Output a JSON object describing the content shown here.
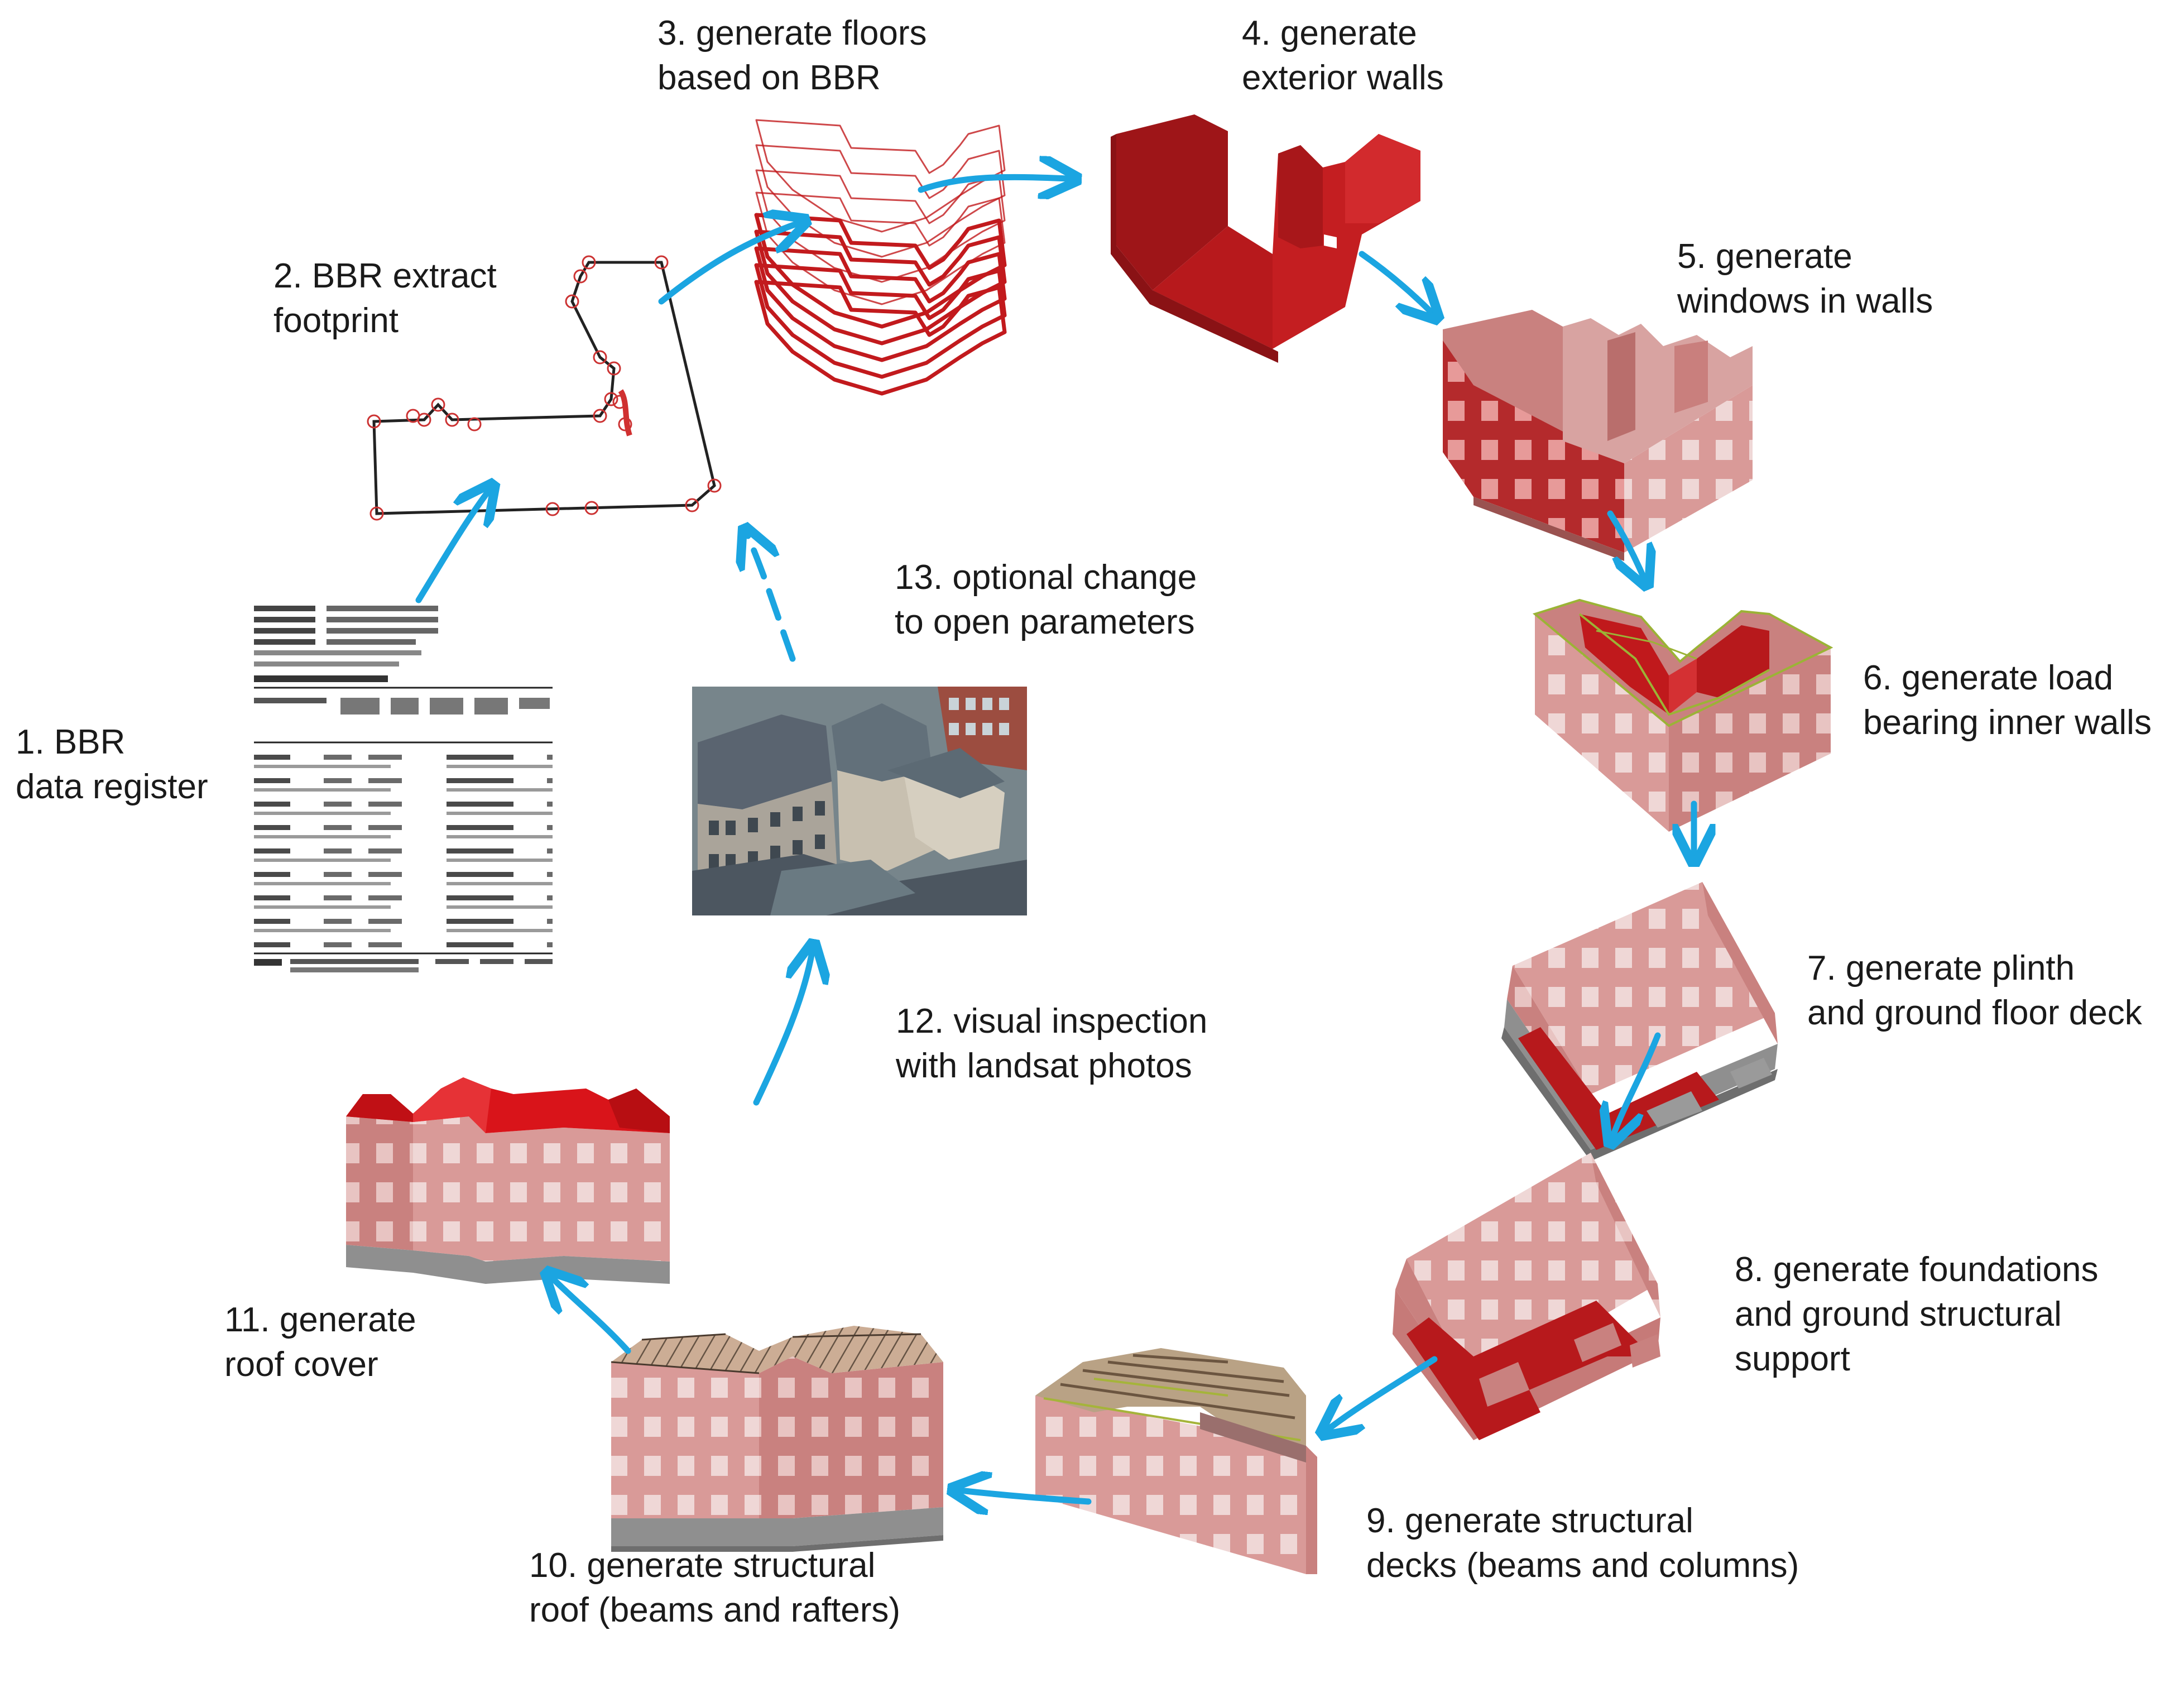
{
  "steps": [
    {
      "id": 1,
      "lines": [
        "1. BBR",
        "data register"
      ],
      "thumbnail": "document-table-icon"
    },
    {
      "id": 2,
      "lines": [
        "2. BBR extract",
        "footprint"
      ],
      "thumbnail": "footprint-outline-icon"
    },
    {
      "id": 3,
      "lines": [
        "3. generate floors",
        "based on BBR"
      ],
      "thumbnail": "stacked-floors-icon"
    },
    {
      "id": 4,
      "lines": [
        "4. generate",
        "exterior walls"
      ],
      "thumbnail": "exterior-walls-icon"
    },
    {
      "id": 5,
      "lines": [
        "5. generate",
        "windows in walls"
      ],
      "thumbnail": "windowed-walls-icon"
    },
    {
      "id": 6,
      "lines": [
        "6. generate load",
        "bearing inner walls"
      ],
      "thumbnail": "inner-walls-icon"
    },
    {
      "id": 7,
      "lines": [
        "7. generate plinth",
        "and ground floor deck"
      ],
      "thumbnail": "plinth-deck-icon"
    },
    {
      "id": 8,
      "lines": [
        "8. generate foundations",
        "and ground structural",
        "support"
      ],
      "thumbnail": "foundations-icon"
    },
    {
      "id": 9,
      "lines": [
        "9. generate structural",
        "decks (beams and columns)"
      ],
      "thumbnail": "structural-decks-icon"
    },
    {
      "id": 10,
      "lines": [
        "10. generate structural",
        "roof (beams and rafters)"
      ],
      "thumbnail": "structural-roof-icon"
    },
    {
      "id": 11,
      "lines": [
        "11. generate",
        "roof cover"
      ],
      "thumbnail": "roof-cover-icon"
    },
    {
      "id": 12,
      "lines": [
        "12. visual inspection",
        "with landsat photos"
      ],
      "thumbnail": "aerial-photo-icon"
    },
    {
      "id": 13,
      "lines": [
        "13. optional change",
        "to open parameters"
      ],
      "thumbnail": "dashed-arrow-icon"
    }
  ],
  "colors": {
    "arrow": "#1ba5e1",
    "wall_red": "#b7191c",
    "roof_red": "#d9141a",
    "facade_pink": "#d99a98",
    "window": "#efd7d6",
    "plinth_grey": "#8f8f8f",
    "text": "#1a1a1a"
  }
}
